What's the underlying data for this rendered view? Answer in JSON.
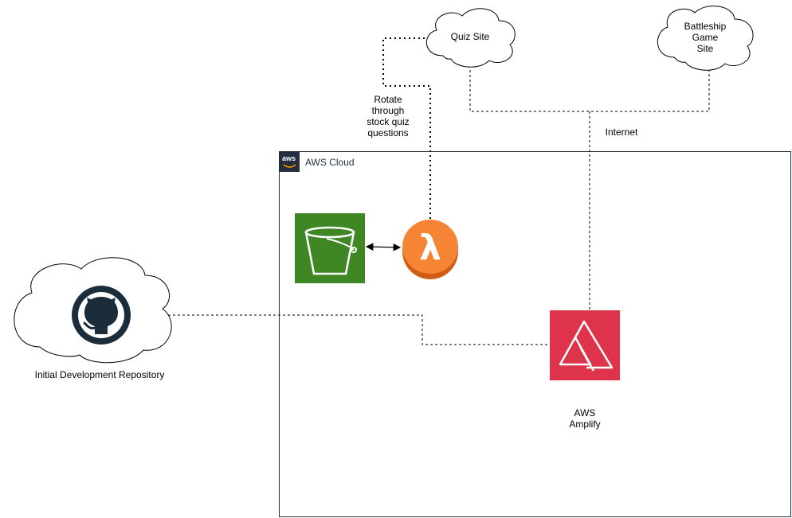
{
  "nodes": {
    "quiz_site": "Quiz Site",
    "battleship_site": [
      "Battleship",
      "Game",
      "Site"
    ],
    "rotate_note": [
      "Rotate",
      "through",
      "stock quiz",
      "questions"
    ],
    "internet": "Internet",
    "aws_cloud": "AWS Cloud",
    "aws_badge": "aws",
    "amplify": [
      "AWS",
      "Amplify"
    ],
    "repo": "Initial Development Repository"
  },
  "colors": {
    "s3_green": "#3f8624",
    "lambda_orange": "#f58534",
    "amplify_red": "#dd344c",
    "aws_dark": "#232f3e",
    "github_dark": "#1b2d3b"
  },
  "icons": [
    "s3-bucket-icon",
    "lambda-icon",
    "amplify-icon",
    "github-icon",
    "aws-logo-icon"
  ]
}
